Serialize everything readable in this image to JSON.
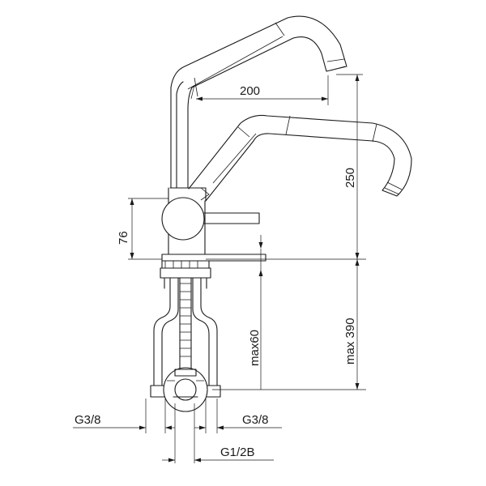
{
  "drawing": {
    "dimensions": {
      "reach": "200",
      "height_250": "250",
      "body_76": "76",
      "max_60": "max60",
      "max_390": "max 390",
      "inlet_left": "G3/8",
      "inlet_right": "G3/8",
      "connection": "G1/2B"
    }
  }
}
